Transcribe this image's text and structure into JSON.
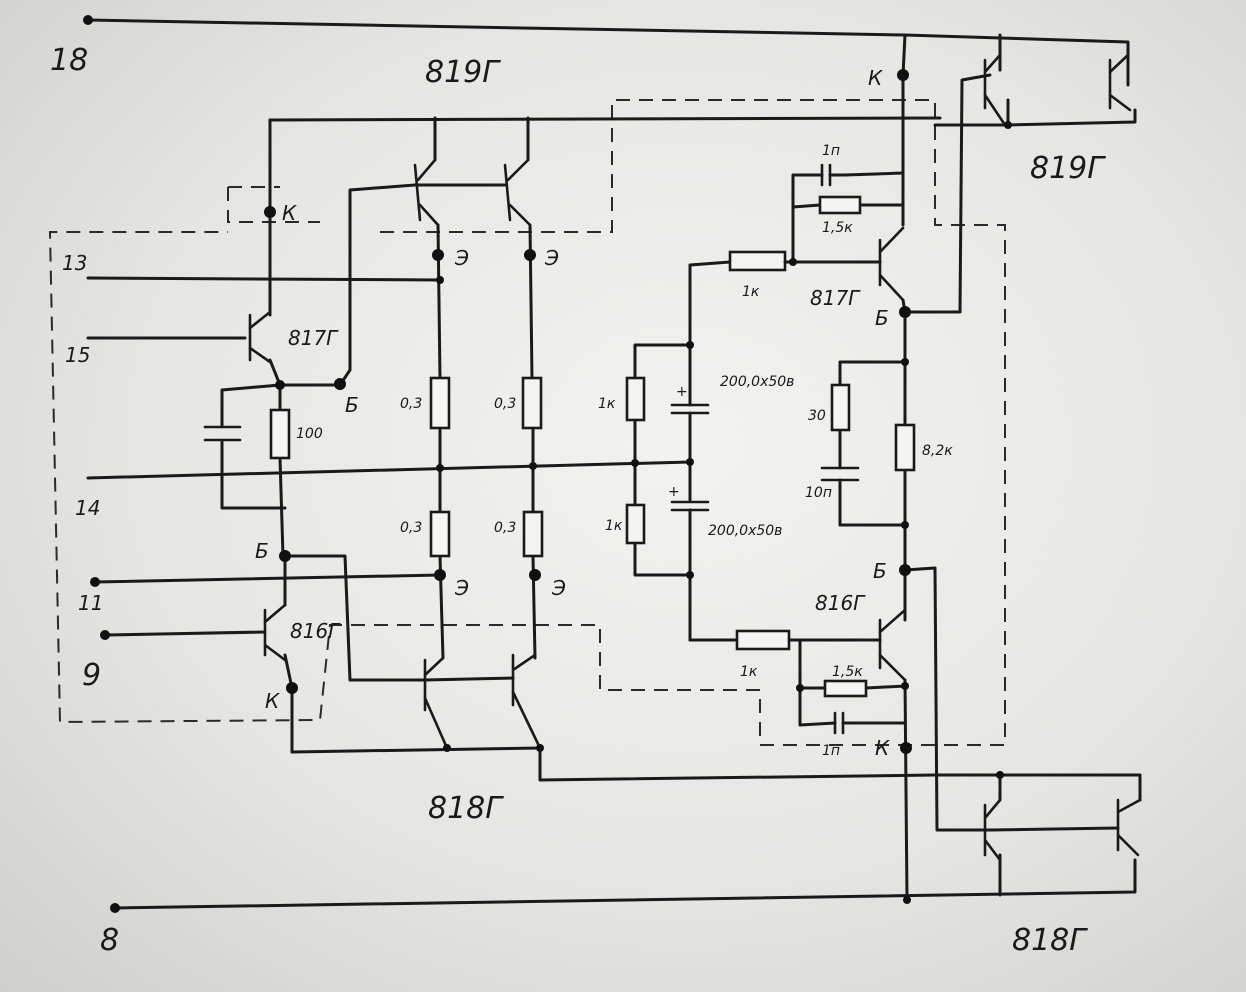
{
  "pins": {
    "p18": "18",
    "p13": "13",
    "p15": "15",
    "p14": "14",
    "p11": "11",
    "p9": "9",
    "p8": "8"
  },
  "chips": {
    "top_center": "819Г",
    "top_right": "819Г",
    "bottom_center": "818Г",
    "bottom_right": "818Г"
  },
  "transistors": {
    "left_upper": "817Г",
    "left_lower": "816Г",
    "right_upper": "817Г",
    "right_lower": "816Г"
  },
  "terminals": {
    "K": "К",
    "B": "Б",
    "E": "Э"
  },
  "resistors": {
    "r100": "100",
    "r03": "0,3",
    "r1k": "1к",
    "r1_5k": "1,5к",
    "r30": "30",
    "r8_2k": "8,2к"
  },
  "capacitors": {
    "c1n": "1п",
    "c10n": "10п",
    "c200a": "200,0х50в",
    "c200b": "200,0х50в"
  }
}
